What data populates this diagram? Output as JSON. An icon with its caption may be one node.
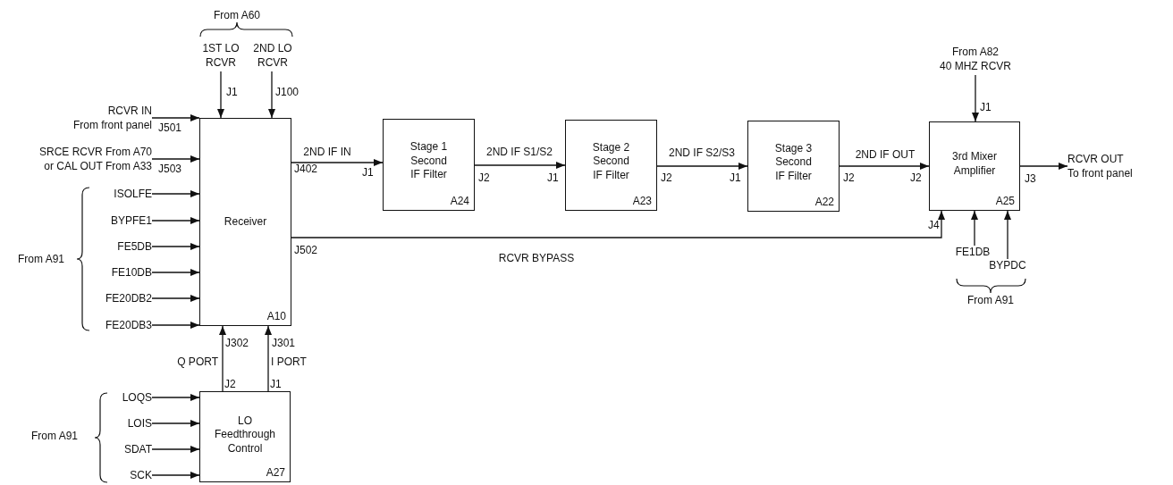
{
  "diagram": {
    "nodes": [
      {
        "text": [
          "Receiver",
          "A10"
        ]
      },
      {
        "text": [
          "Stage 1 Second IF Filter",
          "A24"
        ]
      },
      {
        "text": [
          "Stage 2 Second IF Filter",
          "A23"
        ]
      },
      {
        "text": [
          "Stage 3 Second IF Filter",
          "A22"
        ]
      },
      {
        "text": [
          "3rd Mixer Amplifier",
          "A25"
        ]
      },
      {
        "text": [
          "LO Feedthrough Control",
          "A27"
        ]
      },
      {
        "text": [
          "1ST LO RCVR"
        ]
      },
      {
        "text": [
          "2ND LO RCVR"
        ]
      },
      {
        "text": [
          "RCVR IN From front panel"
        ]
      },
      {
        "text": [
          "SRCE RCVR From A70 or CAL OUT From A33"
        ]
      },
      {
        "text": [
          "ISOLFE"
        ]
      },
      {
        "text": [
          "BYPFE1"
        ]
      },
      {
        "text": [
          "FE5DB"
        ]
      },
      {
        "text": [
          "FE10DB"
        ]
      },
      {
        "text": [
          "FE20DB2"
        ]
      },
      {
        "text": [
          "FE20DB3"
        ]
      },
      {
        "text": [
          "LOQS"
        ]
      },
      {
        "text": [
          "LOIS"
        ]
      },
      {
        "text": [
          "SDAT"
        ]
      },
      {
        "text": [
          "SCK"
        ]
      },
      {
        "text": [
          "From A82 40 MHZ RCVR"
        ]
      },
      {
        "text": [
          "FE1DB"
        ]
      },
      {
        "text": [
          "BYPDC"
        ]
      },
      {
        "text": [
          "RCVR OUT To front panel"
        ]
      }
    ],
    "edges": [
      {
        "from": 8,
        "to": 0,
        "arrow": "to"
      },
      {
        "from": 9,
        "to": 0,
        "arrow": "to"
      },
      {
        "from": 6,
        "to": 0,
        "arrow": "to"
      },
      {
        "from": 7,
        "to": 0,
        "arrow": "to"
      },
      {
        "from": 10,
        "to": 0,
        "arrow": "to"
      },
      {
        "from": 11,
        "to": 0,
        "arrow": "to"
      },
      {
        "from": 12,
        "to": 0,
        "arrow": "to"
      },
      {
        "from": 13,
        "to": 0,
        "arrow": "to"
      },
      {
        "from": 14,
        "to": 0,
        "arrow": "to"
      },
      {
        "from": 15,
        "to": 0,
        "arrow": "to"
      },
      {
        "from": 0,
        "to": 1,
        "arrow": "to",
        "label": "2ND IF IN"
      },
      {
        "from": 1,
        "to": 2,
        "arrow": "to",
        "label": "2ND IF S1/S2"
      },
      {
        "from": 2,
        "to": 3,
        "arrow": "to",
        "label": "2ND IF S2/S3"
      },
      {
        "from": 3,
        "to": 4,
        "arrow": "to",
        "label": "2ND IF OUT"
      },
      {
        "from": 0,
        "to": 4,
        "arrow": "to",
        "label": "RCVR BYPASS"
      },
      {
        "from": 20,
        "to": 4,
        "arrow": "to"
      },
      {
        "from": 21,
        "to": 4,
        "arrow": "to"
      },
      {
        "from": 22,
        "to": 4,
        "arrow": "to"
      },
      {
        "from": 4,
        "to": 23,
        "arrow": "to"
      },
      {
        "from": 5,
        "to": 0,
        "arrow": "to",
        "label": "Q PORT"
      },
      {
        "from": 5,
        "to": 0,
        "arrow": "to",
        "label": "I PORT"
      },
      {
        "from": 16,
        "to": 5,
        "arrow": "to"
      },
      {
        "from": 17,
        "to": 5,
        "arrow": "to"
      },
      {
        "from": 18,
        "to": 5,
        "arrow": "to"
      },
      {
        "from": 19,
        "to": 5,
        "arrow": "to"
      }
    ],
    "labels": [
      "From A60",
      "J1",
      "J100",
      "J1",
      "J501",
      "J503",
      "J402",
      "J1",
      "J2",
      "J1",
      "J2",
      "J1",
      "J2",
      "J2",
      "J3",
      "From A91",
      "J502",
      "J4",
      "From A91",
      "J302",
      "J301",
      "J2",
      "J1",
      "From A91"
    ]
  }
}
